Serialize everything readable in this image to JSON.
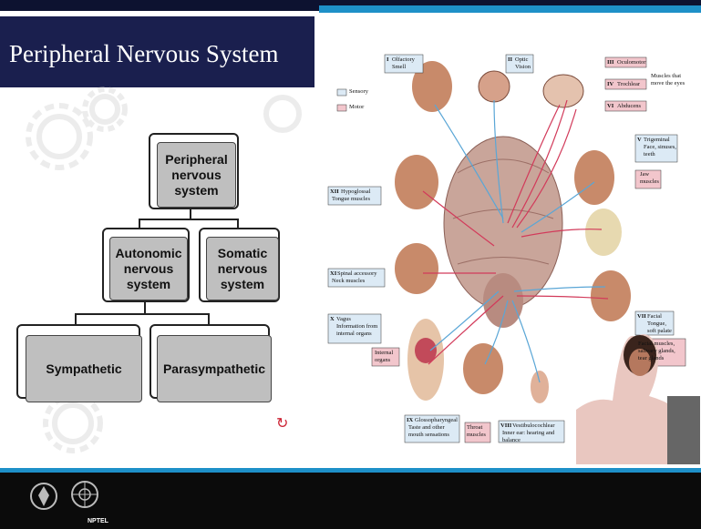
{
  "slide": {
    "title": "Peripheral Nervous System"
  },
  "hierarchy": {
    "root": "Peripheral nervous system",
    "autonomic": "Autonomic nervous system",
    "somatic": "Somatic nervous system",
    "sympathetic": "Sympathetic",
    "parasympathetic": "Parasympathetic"
  },
  "cranial_figure": {
    "legend": {
      "sensory": "Sensory",
      "motor": "Motor"
    },
    "nerves": {
      "i": {
        "num": "I",
        "name": "Olfactory",
        "desc": "Smell"
      },
      "ii": {
        "num": "II",
        "name": "Optic",
        "desc": "Vision"
      },
      "iii": {
        "num": "III",
        "name": "Oculomotor"
      },
      "iv": {
        "num": "IV",
        "name": "Trochlear"
      },
      "vi": {
        "num": "VI",
        "name": "Abducens"
      },
      "eye_note": "Muscles that move the eyes",
      "v": {
        "num": "V",
        "name": "Trigeminal",
        "desc": "Face, sinuses, teeth"
      },
      "jaw": "Jaw muscles",
      "xii": {
        "num": "XII",
        "name": "Hypoglossal",
        "desc": "Tongue muscles"
      },
      "xi": {
        "num": "XI",
        "name": "Spinal accessory",
        "desc": "Neck muscles"
      },
      "x": {
        "num": "X",
        "name": "Vagus",
        "desc": "Information from internal organs"
      },
      "internal": "Internal organs",
      "vii": {
        "num": "VII",
        "name": "Facial",
        "desc": "Tongue, soft palate"
      },
      "vii_motor": "Facial muscles, salivary glands, tear glands",
      "ix": {
        "num": "IX",
        "name": "Glossopharyngeal",
        "desc": "Taste and other mouth sensations"
      },
      "throat": "Throat muscles",
      "viii": {
        "num": "VIII",
        "name": "Vestibulocochlear",
        "desc": "Inner ear: hearing and balance"
      }
    }
  },
  "footer": {
    "logo_text": "NPTEL"
  },
  "colors": {
    "title_band": "#1a1f4e",
    "accent": "#1e90c8",
    "sensory": "#5aa6d6",
    "motor": "#d23a5a",
    "box_fill": "#bfbfbf"
  }
}
